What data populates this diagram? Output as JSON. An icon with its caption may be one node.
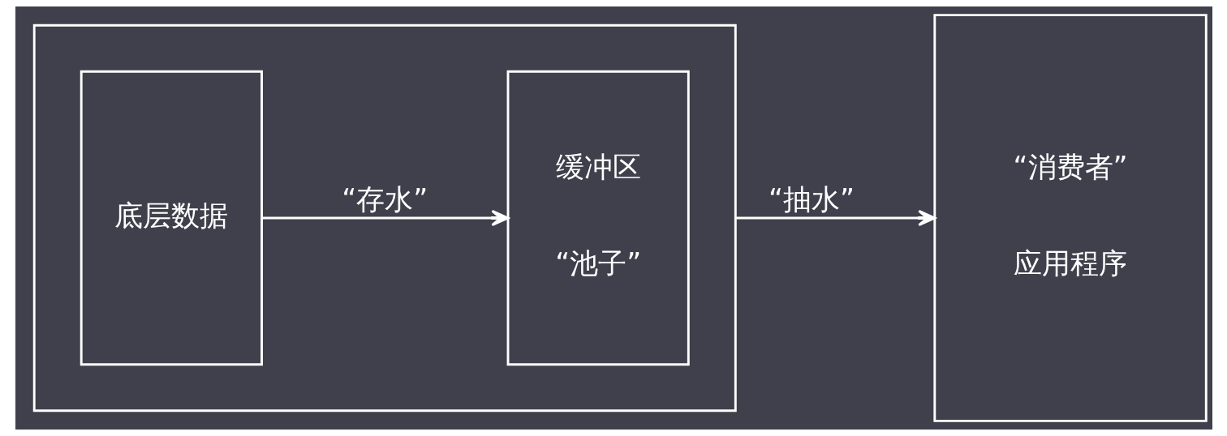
{
  "diagram": {
    "nodes": [
      {
        "text": [],
        "shape": "box"
      },
      {
        "text": [
          "底层数据"
        ],
        "in": 0
      },
      {
        "text": [
          "缓冲区",
          "“池子”"
        ],
        "in": 0
      },
      {
        "text": [
          "“消费者”",
          "应用程序"
        ]
      }
    ],
    "edges": [
      {
        "from": 1,
        "to": 2,
        "arrow": "to",
        "label": "“存水”"
      },
      {
        "from": 0,
        "to": 3,
        "arrow": "to",
        "label": "“抽水”"
      }
    ]
  }
}
